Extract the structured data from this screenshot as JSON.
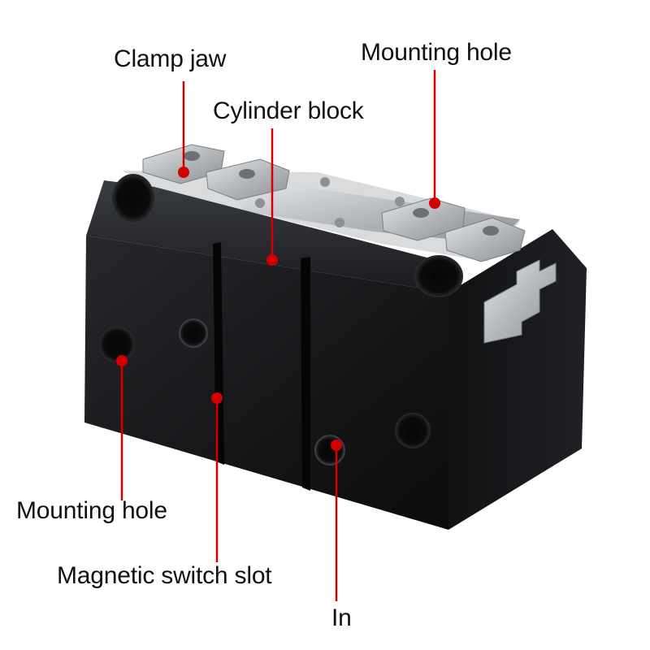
{
  "labels": {
    "clamp_jaw": "Clamp jaw",
    "mounting_hole_top": "Mounting hole",
    "cylinder_block": "Cylinder block",
    "mounting_hole_bottom": "Mounting hole",
    "magnetic_switch_slot": "Magnetic switch slot",
    "in_port": "In"
  },
  "colors": {
    "leader": "#d40000",
    "body": "#111214",
    "metal": "#b9bcbf",
    "text": "#111111"
  }
}
